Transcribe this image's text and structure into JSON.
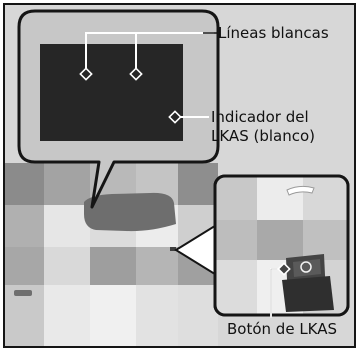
{
  "labels": {
    "white_lines": "Líneas blancas",
    "lkas_indicator": [
      "Indicador del",
      "LKAS (blanco)"
    ],
    "lkas_button": "Botón de LKAS"
  },
  "colors": {
    "background": "#d7d7d7",
    "frame": "#151515",
    "bubble_fill": "#c7c7c7",
    "screen": "#262626",
    "dash_panel": "#6e6e6e"
  }
}
